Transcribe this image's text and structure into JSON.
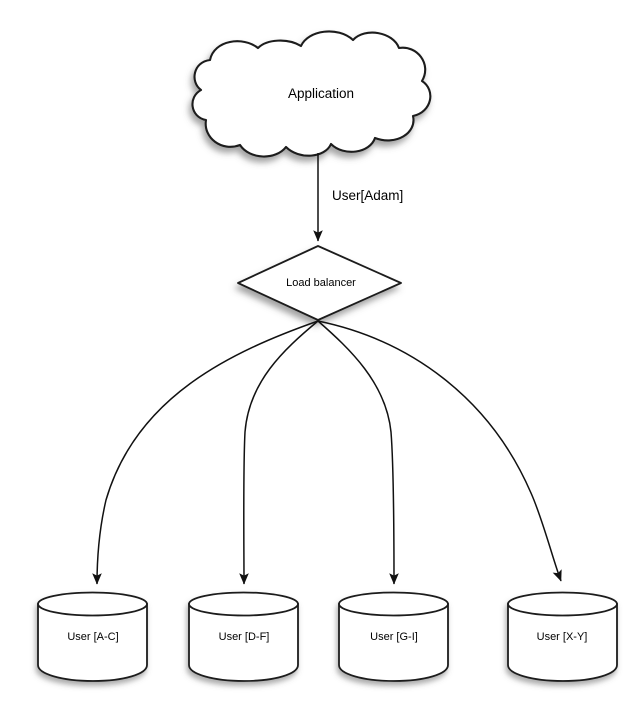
{
  "diagram": {
    "type": "load-balancer-sharding-architecture",
    "background_color": "#ffffff",
    "stroke_color": "#1a1a1a",
    "fill_color": "#ffffff",
    "text_color": "#000000",
    "nodes": {
      "cloud": {
        "label": "Application",
        "shape": "cloud",
        "icon": "cloud-icon"
      },
      "balancer": {
        "label": "Load balancer",
        "shape": "diamond",
        "icon": "diamond-icon"
      },
      "databases": [
        {
          "label": "User [A-C]",
          "shape": "cylinder",
          "icon": "database-icon"
        },
        {
          "label": "User [D-F]",
          "shape": "cylinder",
          "icon": "database-icon"
        },
        {
          "label": "User [G-I]",
          "shape": "cylinder",
          "icon": "database-icon"
        },
        {
          "label": "User [X-Y]",
          "shape": "cylinder",
          "icon": "database-icon"
        }
      ]
    },
    "edges": [
      {
        "from": "cloud",
        "to": "balancer",
        "label": "User[Adam]",
        "style": "straight-arrow"
      },
      {
        "from": "balancer",
        "to": "db-0",
        "label": "",
        "style": "curved-arrow"
      },
      {
        "from": "balancer",
        "to": "db-1",
        "label": "",
        "style": "curved-arrow"
      },
      {
        "from": "balancer",
        "to": "db-2",
        "label": "",
        "style": "curved-arrow"
      },
      {
        "from": "balancer",
        "to": "db-3",
        "label": "",
        "style": "curved-arrow"
      }
    ]
  }
}
